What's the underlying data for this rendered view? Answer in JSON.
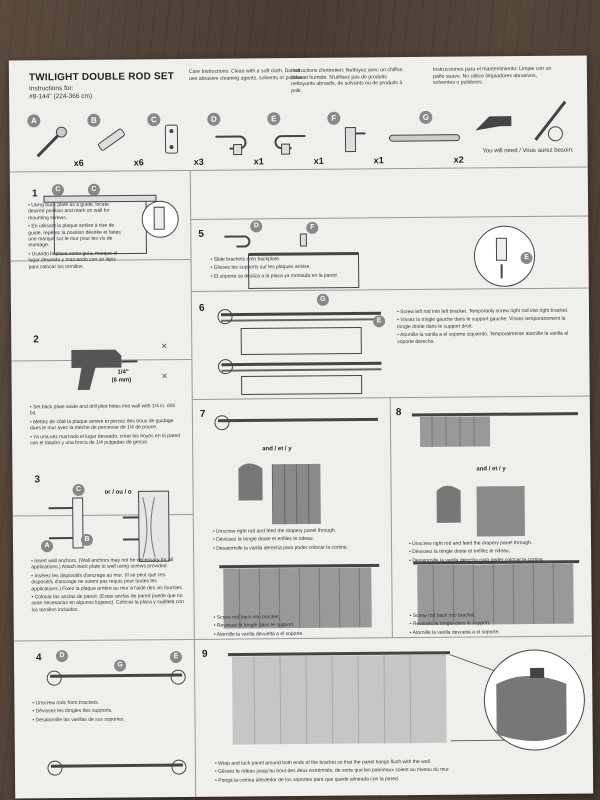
{
  "header": {
    "title": "TWILIGHT DOUBLE ROD SET",
    "subtitle_lines": [
      "Instructions for:",
      "#8-144\" (224-366 cm)"
    ],
    "care_en": "Care Instructions: Clean with a soft cloth. Do not use abrasive cleaning agents, solvents or polishes.",
    "care_fr": "Instructions d'entretien: Nettoyez avec un chiffon doux et humide. N'utilisez pas de produits nettoyants abrasifs, de solvants ou de produits à polir.",
    "care_es": "Instrucciones para el mantenimiento: Limpie con un paño suave. No utilice limpiadores abrasivos, solventes o pulidores.",
    "you_will_need": "You will need / Vous aurez besoin:"
  },
  "parts": [
    {
      "letter": "A",
      "qty": "x6"
    },
    {
      "letter": "B",
      "qty": "x6"
    },
    {
      "letter": "C",
      "qty": "x3"
    },
    {
      "letter": "D",
      "qty": "x1"
    },
    {
      "letter": "E",
      "qty": "x1"
    },
    {
      "letter": "F",
      "qty": "x1"
    },
    {
      "letter": "G",
      "qty": "x2"
    }
  ],
  "steps": {
    "s1": {
      "num": "1",
      "notes": [
        "• Using back plate as a guide, locate desired position and mark on wall for mounting screws.",
        "• En utilisant la plaque arrière à titre de guide, repérez la position désirée et faites une marque sur le mur pour les vis de montage.",
        "• Usando la placa como guía, marque el lugar deseado y marcando con un lápiz para colocar los tornillos."
      ]
    },
    "s2": {
      "num": "2",
      "drill_label": "1/4\"",
      "drill_mm": "(6 mm)",
      "notes": [
        "• Set back plate aside and drill pilot holes into wall with 1/4 in. drill bit.",
        "• Mettez de côté la plaque arrière et percez des trous de guidage dans le mur avec la mèche de perceuse de 1/4 de pouce.",
        "• Ya una vez marcado el lugar deseado, crear los hoyos en la pared con el taladro y una broca de 1/4 pulgadas de grosor."
      ]
    },
    "s3": {
      "num": "3",
      "or_text": "or / ou / o",
      "notes": [
        "• Insert wall anchors. (Wall anchors may not be necessary for all applications.) Attach back plate to wall using screws provided.",
        "• Insérez les dispositifs d'ancrage au mur. (Il se peut que ces dispositifs d'ancrage ne soient pas requis pour toutes les applications.) Fixez la plaque arrière au mur à l'aide des vis fournies.",
        "• Colocar las anclas de pared. (Estas anclas de pared puede que no sean necesarias en algunos lugares). Colocar la placa y sujétela con los tornillos incluidos."
      ]
    },
    "s4": {
      "num": "4",
      "notes": [
        "• Unscrew rods from brackets.",
        "• Dévissez les tringles des supports.",
        "• Desatornille las varillas de sus soportes."
      ]
    },
    "s5": {
      "num": "5",
      "notes": [
        "• Slide brackets onto backplate.",
        "• Glissez les supports sur les plaques arrière.",
        "• El soporte se desliza a la placa ya montada en la pared."
      ]
    },
    "s6": {
      "num": "6",
      "notes": [
        "• Screw left rod into left bracket. Temporarily screw right rod into right bracket.",
        "• Vissez la tringle gauche dans le support gauche. Vissez temporairement la tringle droite dans le support droit.",
        "• Atornille la varilla a el soporte izquierdo. Temporalmente atornille la varilla al soporte derecho."
      ]
    },
    "s7": {
      "num": "7",
      "and_text": "and / et / y",
      "notes_a": [
        "• Unscrew right rod and feed the drapery panel through.",
        "• Dévissez la tringle droite et enfilez le rideau.",
        "• Desatornille la varilla derecha para poder colocar la cortina."
      ],
      "notes_b": [
        "• Screw rod back into bracket.",
        "• Revissez la tringle dans le support.",
        "• Atornille la varilla devuelta a el soporte."
      ]
    },
    "s8": {
      "num": "8",
      "and_text": "and / et / y",
      "notes_a": [
        "• Unscrew right rod and feed the drapery panel through.",
        "• Dévissez la tringle droite et enfilez le rideau.",
        "• Desatornille la varilla derecha para poder colocar la cortina."
      ],
      "notes_b": [
        "• Screw rod back into bracket.",
        "• Revissez la tringle dans le support.",
        "• Atornille la varilla devuelta a el soporte."
      ]
    },
    "s9": {
      "num": "9",
      "notes": [
        "• Wrap and tuck panel around both ends of the bracket so that the panel hangs flush with the wall.",
        "• Glissez le rideau jusqu'au bout des deux extrémités, de sorte que les panneaux soient au niveau du mur.",
        "• Ponga la cortina alrededor de los soportes para que quede alineada con la pared."
      ]
    }
  },
  "colors": {
    "paper": "#efefec",
    "ink": "#222222",
    "badge": "#888888",
    "wood": "#4a3d33"
  }
}
